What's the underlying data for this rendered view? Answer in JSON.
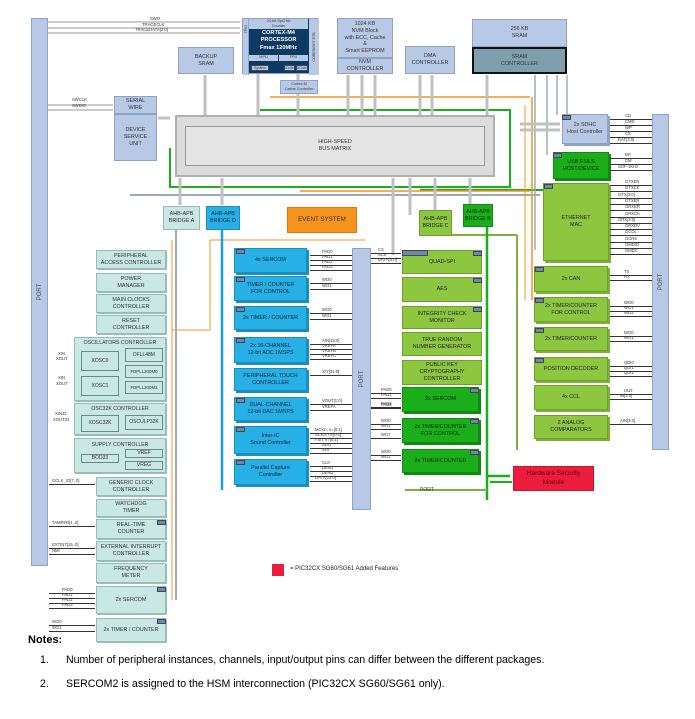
{
  "top_signals": [
    "SWO",
    "TRACECLK",
    "TRACEDATA[3:0]"
  ],
  "cpu": {
    "systick": "24-bit SysTick\nCounter",
    "title": "CORTEX-M4\nPROCESSOR\nFmax 120MHz",
    "mpu": "MPU",
    "fpu": "FPU",
    "system": "System",
    "icode": "ICode",
    "dcode": "DCode",
    "tpiu": "TPIU",
    "etm": "ETM",
    "coresight": "CORESIGHT ETB",
    "cache": "Cortex-M\nCache Controller",
    "id": "I/D"
  },
  "blocks": {
    "backup_sram": "BACKUP\nSRAM",
    "nvm_block": "1024 KB\nNVM Block\nwith ECC, Cache\n&\nSmart EEPROM",
    "nvm_controller": "NVM\nCONTROLLER",
    "dma": "DMA\nCONTROLLER",
    "sram": "256 KB\nSRAM",
    "sram_controller": "SRAM\nCONTROLLER",
    "serial_wire": "SERIAL\nWIRE",
    "dsu": "DEVICE\nSERVICE\nUNIT",
    "bus_matrix": "HIGH-SPEED\nBUS MATRIX",
    "sdhc": "2x SDHC\nHost Controller",
    "usb": "USB FS/LS\nHOST/DEVICE",
    "ethernet": "ETHERNET\nMAC",
    "bridge_a": "AHB-APB\nBRIDGE A",
    "bridge_d": "AHB-APB\nBRIDGE D",
    "event_system": "EVENT SYSTEM",
    "bridge_c": "AHB-APB\nBRIDGE C",
    "bridge_b": "AHB-APB\nBRIDGE B",
    "hsm": "Hardware Security\nModule"
  },
  "swd_signals": [
    "SWCLK",
    "SWDIO"
  ],
  "bridge_a_peripherals": [
    {
      "label": "PERIPHERAL\nACCESS CONTROLLER"
    },
    {
      "label": "POWER\nMANAGER"
    },
    {
      "label": "MAIN CLOCKS\nCONTROLLER"
    },
    {
      "label": "RESET\nCONTROLLER"
    }
  ],
  "oscillators": {
    "title": "OSCILLATORS CONTROLLER",
    "xosc0": "XOSC0",
    "xosc1": "XOSC1",
    "dfll": "DFLL48M",
    "fdpll0": "FDPLL200M0",
    "fdpll1": "FDPLL200M1",
    "xosc0_signals": [
      "XIN",
      "XOUT"
    ],
    "xosc1_signals": [
      "XIN",
      "XOUT"
    ]
  },
  "osc32k": {
    "title": "OSC32K CONTROLLER",
    "xosc32k": "XOSC32K",
    "osculp": "OSCULP32K",
    "signals": [
      "XIN32",
      "XOUT32"
    ]
  },
  "supply": {
    "title": "SUPPLY CONTROLLER",
    "bod": "BOD33",
    "vref": "VREF",
    "vreg": "VREG"
  },
  "bridge_a_lower": [
    {
      "label": "GENERIC CLOCK\nCONTROLLER",
      "signals": [
        "GCLK_IO[7..0]"
      ]
    },
    {
      "label": "WATCHDOG\nTIMER",
      "signals": []
    },
    {
      "label": "REAL-TIME\nCOUNTER",
      "signals": [
        "TAMPER[4..0]"
      ]
    },
    {
      "label": "EXTERNAL INTERRUPT\nCONTROLLER",
      "signals": [
        "EXTINT[15..0]",
        "NMI"
      ]
    },
    {
      "label": "FREQUENCY\nMETER",
      "signals": []
    },
    {
      "label": "2x SERCOM",
      "signals": [
        "PAD0",
        "PAD1",
        "PAD2",
        "PAD3"
      ]
    },
    {
      "label": "2x TIMER / COUNTER",
      "signals": [
        "WO0",
        "WO1"
      ]
    }
  ],
  "bridge_d_peripherals": [
    {
      "label": "4x SERCOM",
      "signals": [
        "PAD0",
        "PAD1",
        "PAD2",
        "PAD3"
      ]
    },
    {
      "label": "TIMER / COUNTER\nFOR CONTROL",
      "signals": [
        "WO0",
        "WO1"
      ]
    },
    {
      "label": "2x TIMER / COUNTER",
      "signals": [
        "WO0",
        "WO1"
      ]
    },
    {
      "label": "2x 16-CHANNEL\n12-bit ADC 1MSPS",
      "signals": [
        "AIN[15:0]",
        "VREFA",
        "VREFB",
        "VREFC"
      ]
    },
    {
      "label": "PERIPHERAL TOUCH\nCONTROLLER",
      "signals": [
        "X/Y[31:0]"
      ]
    },
    {
      "label": "DUAL-CHANNEL\n12-bit DAC 1MSPS",
      "signals": [
        "VOUT[1:0]",
        "VREFA"
      ]
    },
    {
      "label": "Inter-IC\nSound Controller",
      "signals": [
        "MCKn, n=[0:1]",
        "SCKn, n=[0:1]",
        "FSn, n=[0:1]",
        "SDO",
        "SDI"
      ]
    },
    {
      "label": "Parallel Capture\nController",
      "signals": [
        "CLK",
        "DEN1",
        "DEN2",
        "DATA[13:0]"
      ]
    }
  ],
  "bridge_c_peripherals": [
    {
      "label": "QUAD-SPI",
      "signals": [
        "CS",
        "SCK",
        "DATA[3:0]"
      ]
    },
    {
      "label": "AES",
      "signals": []
    },
    {
      "label": "INTEGRITY CHECK\nMONITOR",
      "signals": []
    },
    {
      "label": "TRUE RANDOM\nNUMBER GENERATOR",
      "signals": []
    },
    {
      "label": "PUBLIC KEY\nCRYPTOGRAPHY\nCONTROLLER",
      "signals": []
    }
  ],
  "bridge_b_peripherals": [
    {
      "label": "2x SERCOM",
      "signals": [
        "PAD0",
        "PAD1",
        "PAD2",
        "PAD3"
      ]
    },
    {
      "label": "2x TIMER/COUNTER\nFOR CONTROL",
      "signals": [
        "WO0",
        "WO1",
        "WO7"
      ]
    },
    {
      "label": "2x TIMER/COUNTER",
      "signals": [
        "WO0",
        "WO1"
      ]
    }
  ],
  "right_peripherals": [
    {
      "label": "2x CAN",
      "signals": [
        "TX",
        "RX"
      ]
    },
    {
      "label": "2x TIMER/COUNTER\nFOR CONTROL",
      "signals": [
        "WO0",
        "WO1",
        "WO2"
      ]
    },
    {
      "label": "2x TIMER/COUNTER",
      "signals": [
        "WO0",
        "WO1"
      ]
    },
    {
      "label": "POSITION DECODER",
      "signals": [
        "QDI0",
        "QDI1",
        "QDI2"
      ]
    },
    {
      "label": "4x CCL",
      "signals": [
        "OUT",
        "IN[2:0]"
      ]
    },
    {
      "label": "2 ANALOG\nCOMPARATORS",
      "signals": [
        "AIN[3:0]"
      ]
    }
  ],
  "sdhc_signals": [
    "CD",
    "CMD",
    "WP",
    "CK",
    "DAT[3:0]"
  ],
  "usb_signals": [
    "DP",
    "DM",
    "SOF-1KHz"
  ],
  "ethernet_signals": [
    "GTXEN",
    "GTXCK",
    "GTX[3:0]",
    "GTXER",
    "GRXER",
    "GRXCK",
    "GRX[3:0]",
    "GRXDV",
    "GCOL",
    "GCRS",
    "GMDIO",
    "GMDC"
  ],
  "port_label": "PORT",
  "legend": {
    "color": "#ec1c3c",
    "text": "= PIC32CX SG60/SG61 Added Features"
  },
  "notes": {
    "title": "Notes:",
    "items": [
      {
        "num": "1.",
        "text": "Number of peripheral instances, channels, input/output pins can differ between the different packages."
      },
      {
        "num": "2.",
        "text": "SERCOM2 is assigned to the HSM interconnection (PIC32CX SG60/SG61 only)."
      }
    ]
  }
}
